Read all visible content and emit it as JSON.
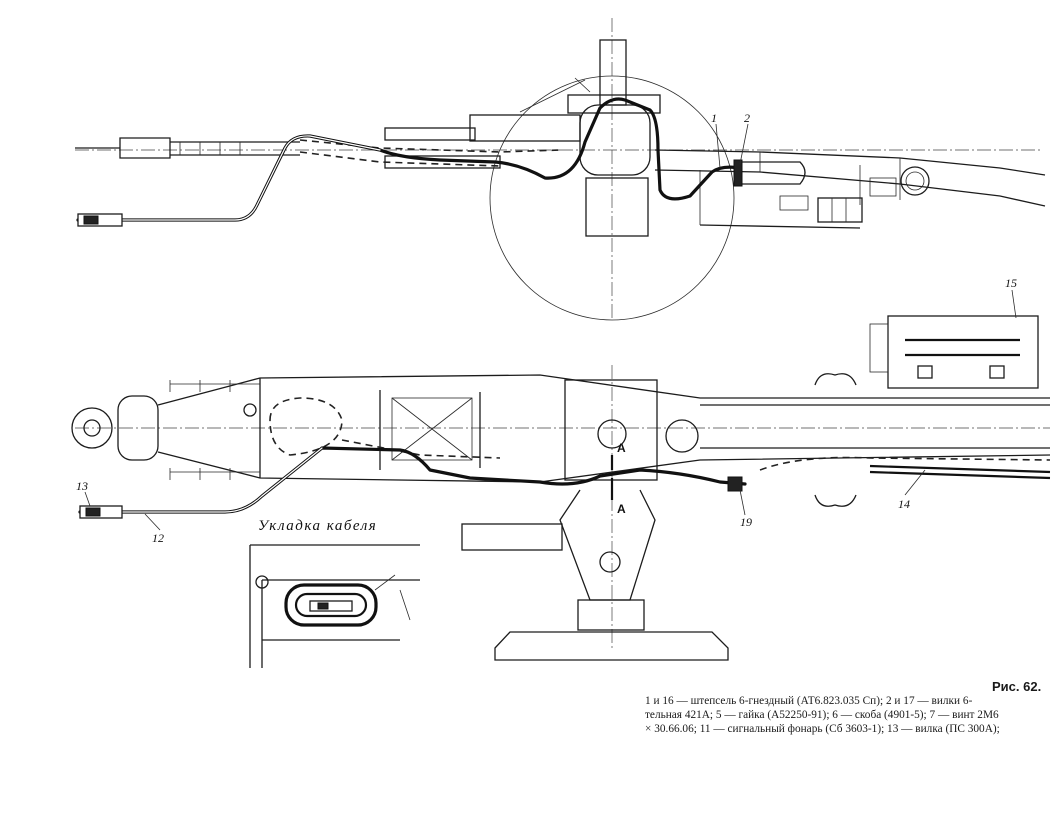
{
  "figure": {
    "label": "Рис. 62.",
    "inset_title": "Укладка кабеля",
    "section_marks": [
      "А",
      "А"
    ],
    "part_numbers": {
      "p1": "1",
      "p2": "2",
      "p12": "12",
      "p13": "13",
      "p14": "14",
      "p15": "15",
      "p19": "19"
    }
  },
  "caption": {
    "lines": [
      "1 и 16 — штепсель 6-гнездный (АТ6.823.035 Сп);   2 и 17 — вилки 6-",
      "тельная 421А; 5 — гайка (А52250-91); 6 — скоба (4901-5); 7 — винт 2М6",
      "× 30.66.06; 11 — сигнальный фонарь (Сб 3603-1); 13 — вилка (ПС 300А);"
    ]
  }
}
